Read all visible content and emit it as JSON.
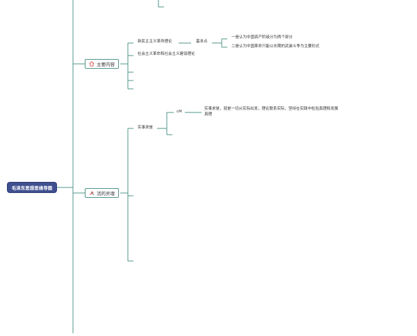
{
  "root": {
    "label": "毛泽东思想思维导图"
  },
  "branches": [
    {
      "label": "主要内容",
      "icon": "home-icon",
      "children": [
        {
          "label": "新民主主义革命理论",
          "sub": {
            "label": "基本点",
            "items": [
              "一是认为中国资产阶级分为两个部分",
              "二是认为中国革命只能以长期的武装斗争为主要形式"
            ]
          }
        },
        {
          "label": "社会主义革命和社会主义建设理论"
        }
      ]
    },
    {
      "label": "活的灵魂",
      "icon": "tools-icon",
      "children": [
        {
          "label": "实事求是",
          "sub": {
            "label": "cM",
            "items": [
              "实事求是，就是一切从实际出发，理论联系实际，坚持在实践中检验真理和发展",
              "真理"
            ]
          }
        }
      ]
    }
  ],
  "colors": {
    "line": "#4f9488",
    "root_bg": "#3f4f8f",
    "text": "#333333"
  }
}
